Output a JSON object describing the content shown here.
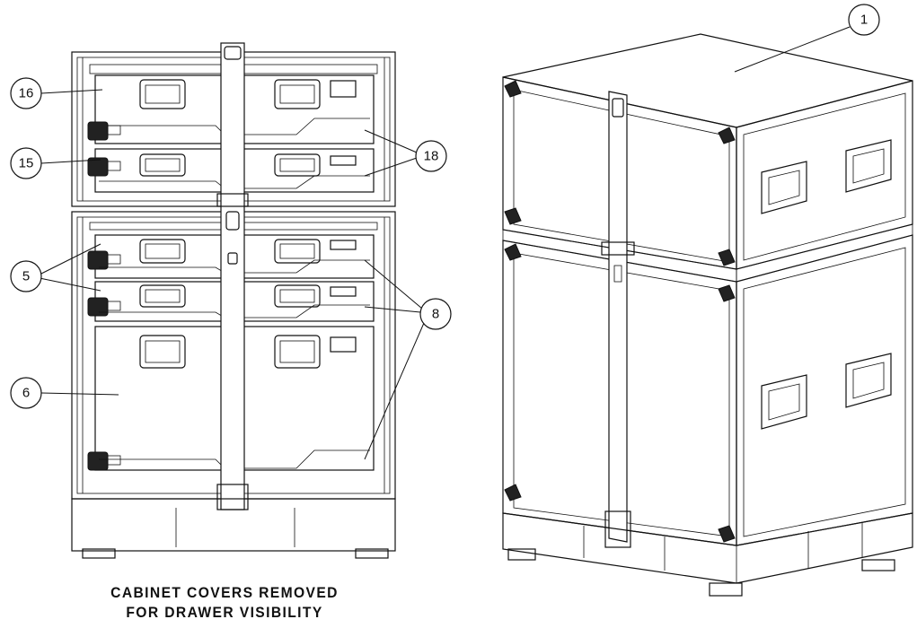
{
  "caption": {
    "line1": "CABINET COVERS REMOVED",
    "line2": "FOR DRAWER VISIBILITY"
  },
  "callouts": {
    "c16": "16",
    "c15": "15",
    "c5": "5",
    "c6": "6",
    "c18": "18",
    "c8": "8",
    "c1": "1"
  }
}
